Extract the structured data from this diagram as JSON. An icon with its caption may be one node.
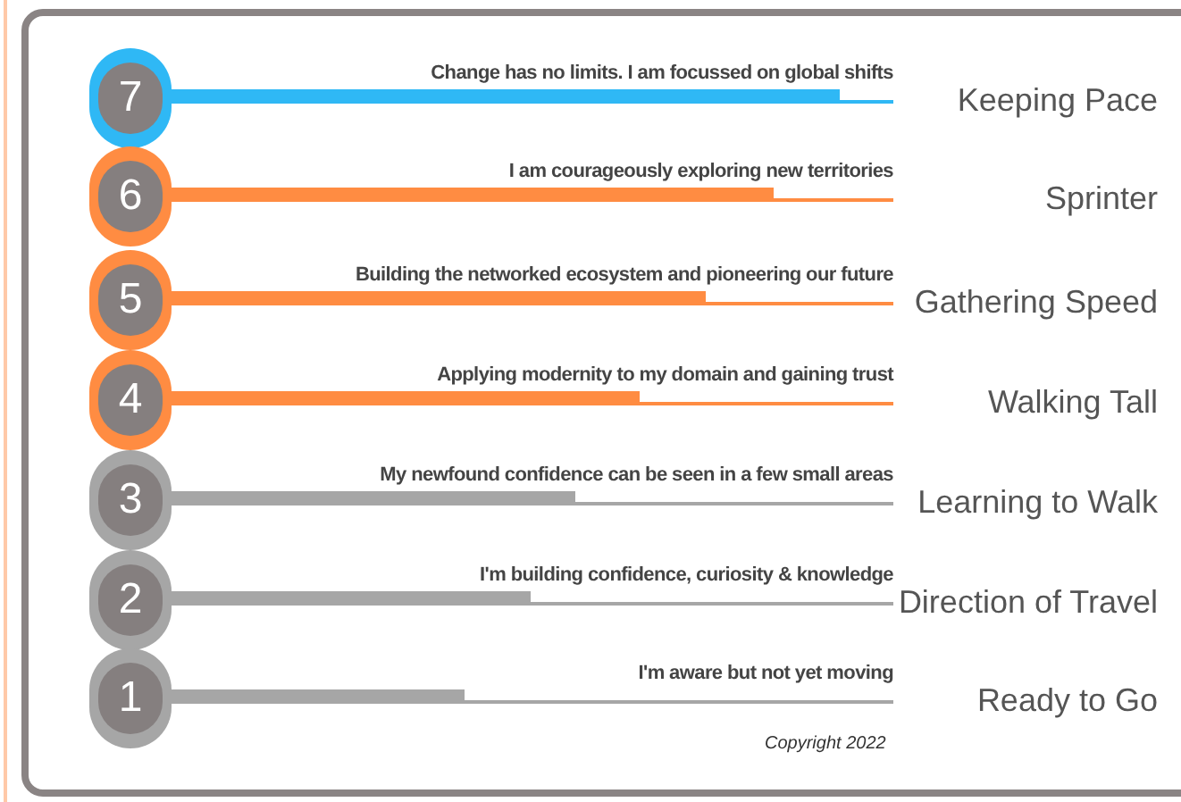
{
  "diagram": {
    "nodes": [
      {
        "text": [
          "7"
        ]
      },
      {
        "text": [
          "6"
        ]
      },
      {
        "text": [
          "5"
        ]
      },
      {
        "text": [
          "4"
        ]
      },
      {
        "text": [
          "3"
        ]
      },
      {
        "text": [
          "2"
        ]
      },
      {
        "text": [
          "1"
        ]
      }
    ],
    "labels": [
      "Change has no limits. I am focussed on  global shifts",
      "Keeping Pace",
      "I am courageously exploring new territories",
      "Sprinter",
      "Building the networked ecosystem and pioneering our future",
      "Gathering Speed",
      "Applying modernity to my domain and gaining trust",
      "Walking Tall",
      "My newfound confidence can be seen in a few small areas",
      "Learning to Walk",
      "I'm building confidence, curiosity & knowledge",
      "Direction of Travel",
      "I'm aware but not yet moving",
      "Ready to Go",
      "Copyright 2022"
    ]
  }
}
